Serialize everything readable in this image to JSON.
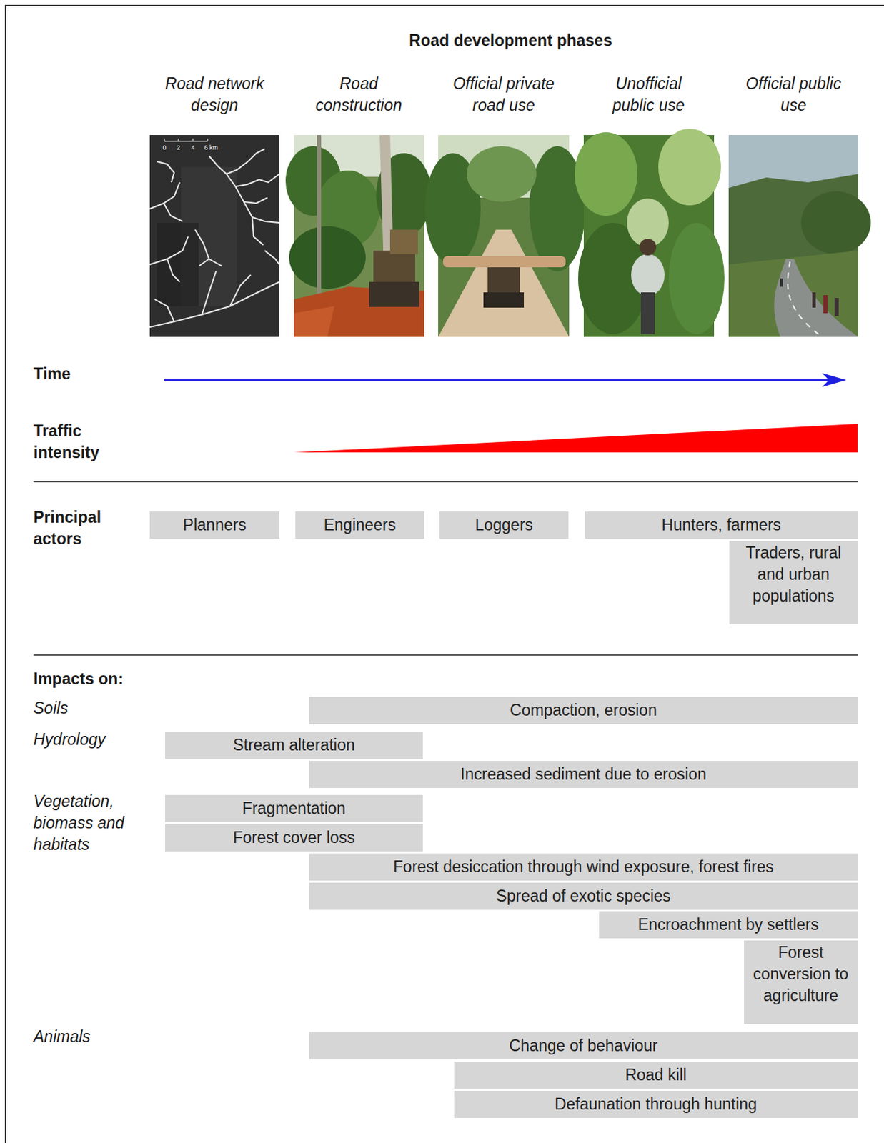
{
  "diagram": {
    "title": "Road development phases",
    "nodes": [
      {
        "text": [
          "Planners"
        ]
      },
      {
        "text": [
          "Engineers"
        ]
      },
      {
        "text": [
          "Loggers"
        ]
      },
      {
        "text": [
          "Hunters, farmers"
        ]
      },
      {
        "text": [
          "Traders, rural and urban populations"
        ]
      },
      {
        "text": [
          "Compaction, erosion"
        ]
      },
      {
        "text": [
          "Stream alteration"
        ]
      },
      {
        "text": [
          "Increased sediment due to erosion"
        ]
      },
      {
        "text": [
          "Fragmentation"
        ]
      },
      {
        "text": [
          "Forest cover loss"
        ]
      },
      {
        "text": [
          "Forest desiccation through wind exposure, forest fires"
        ]
      },
      {
        "text": [
          "Spread of exotic species"
        ]
      },
      {
        "text": [
          "Encroachment by settlers"
        ]
      },
      {
        "text": [
          "Forest conversion to agriculture"
        ]
      },
      {
        "text": [
          "Change of behaviour"
        ]
      },
      {
        "text": [
          "Road kill"
        ]
      },
      {
        "text": [
          "Defaunation through hunting"
        ]
      }
    ],
    "labels": [
      "Road network design",
      "Road construction",
      "Official private road use",
      "Unofficial public use",
      "Official public use",
      "0",
      "2",
      "4",
      "6 km",
      "Time",
      "Traffic intensity",
      "Principal actors",
      "Impacts on:",
      "Soils",
      "Hydrology",
      "Vegetation, biomass and habitats",
      "Animals"
    ]
  }
}
